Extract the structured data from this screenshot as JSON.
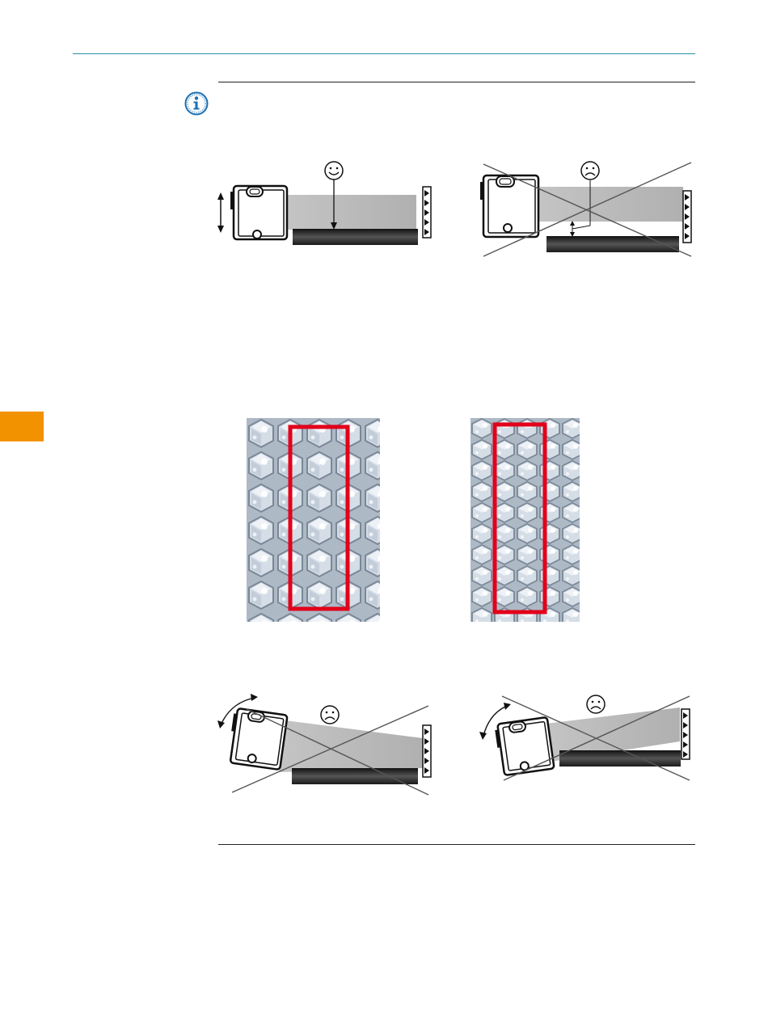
{
  "colors": {
    "header_rule": "#2a8fa8",
    "chapter_tab": "#f39200",
    "info_icon": "#1a6fb0",
    "reflector_outline": "#e2001a",
    "beam": "#b8b8b8",
    "bar": "#2b2b2b"
  },
  "icons": {
    "note": "info-icon",
    "good": "smiley-happy-icon",
    "bad": "smiley-sad-icon"
  },
  "figures": [
    {
      "id": "parallel-beam",
      "rating": "good"
    },
    {
      "id": "offset-beam",
      "rating": "bad"
    },
    {
      "id": "reflector-vertical-orientation",
      "rating": "none"
    },
    {
      "id": "reflector-horizontal-orientation",
      "rating": "none"
    },
    {
      "id": "tilted-downward",
      "rating": "bad"
    },
    {
      "id": "tilted-upward",
      "rating": "bad"
    }
  ]
}
